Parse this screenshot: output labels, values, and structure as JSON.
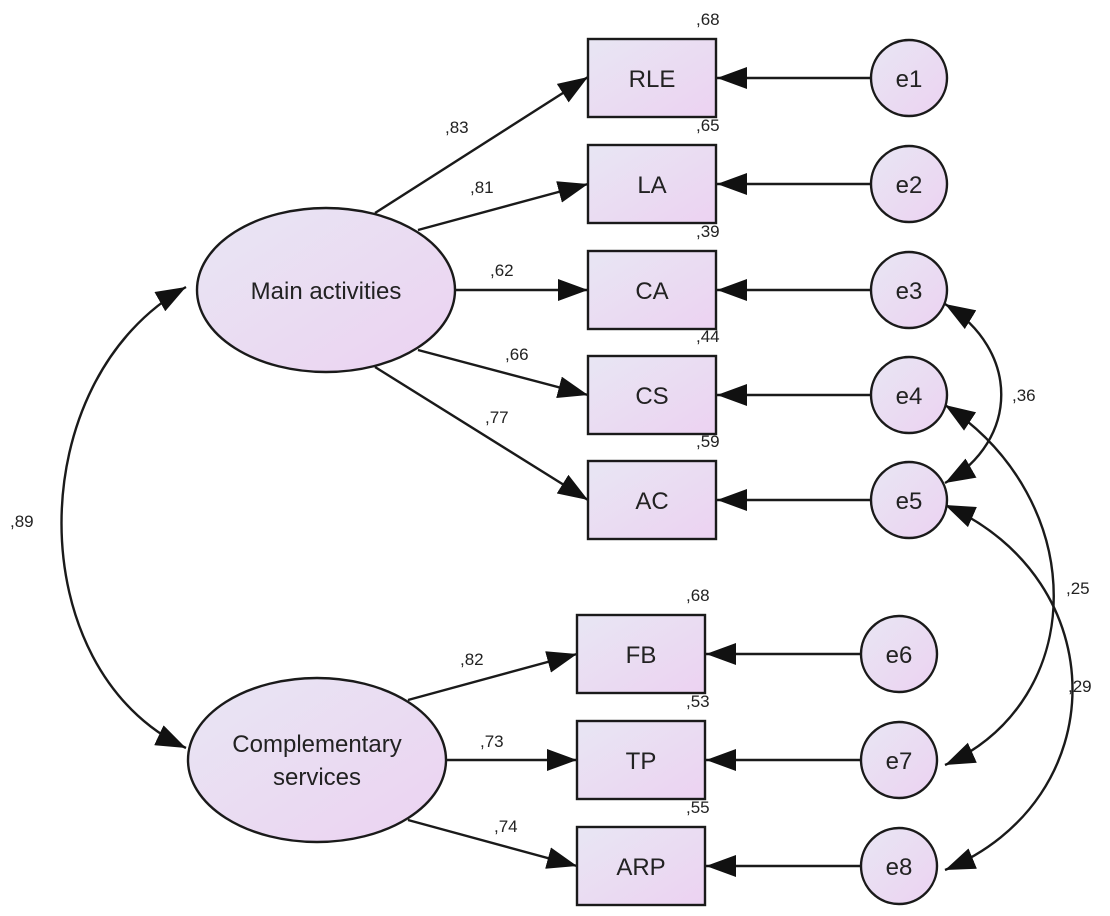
{
  "latent": {
    "main": "Main activities",
    "comp_line1": "Complementary",
    "comp_line2": "services"
  },
  "observed": [
    {
      "name": "RLE",
      "r2": ",68"
    },
    {
      "name": "LA",
      "r2": ",65"
    },
    {
      "name": "CA",
      "r2": ",39"
    },
    {
      "name": "CS",
      "r2": ",44"
    },
    {
      "name": "AC",
      "r2": ",59"
    },
    {
      "name": "FB",
      "r2": ",68"
    },
    {
      "name": "TP",
      "r2": ",53"
    },
    {
      "name": "ARP",
      "r2": ",55"
    }
  ],
  "errors": [
    "e1",
    "e2",
    "e3",
    "e4",
    "e5",
    "e6",
    "e7",
    "e8"
  ],
  "loadings": [
    ",83",
    ",81",
    ",62",
    ",66",
    ",77",
    ",82",
    ",73",
    ",74"
  ],
  "covariances": {
    "latent": ",89",
    "e3_e5": ",36",
    "e4_e7": ",25",
    "e5_e8": ",29"
  },
  "colors": {
    "fill_start": "#e8e6f3",
    "fill_end": "#ecd2f2",
    "stroke": "#1a1a1a",
    "background": "#ffffff"
  }
}
